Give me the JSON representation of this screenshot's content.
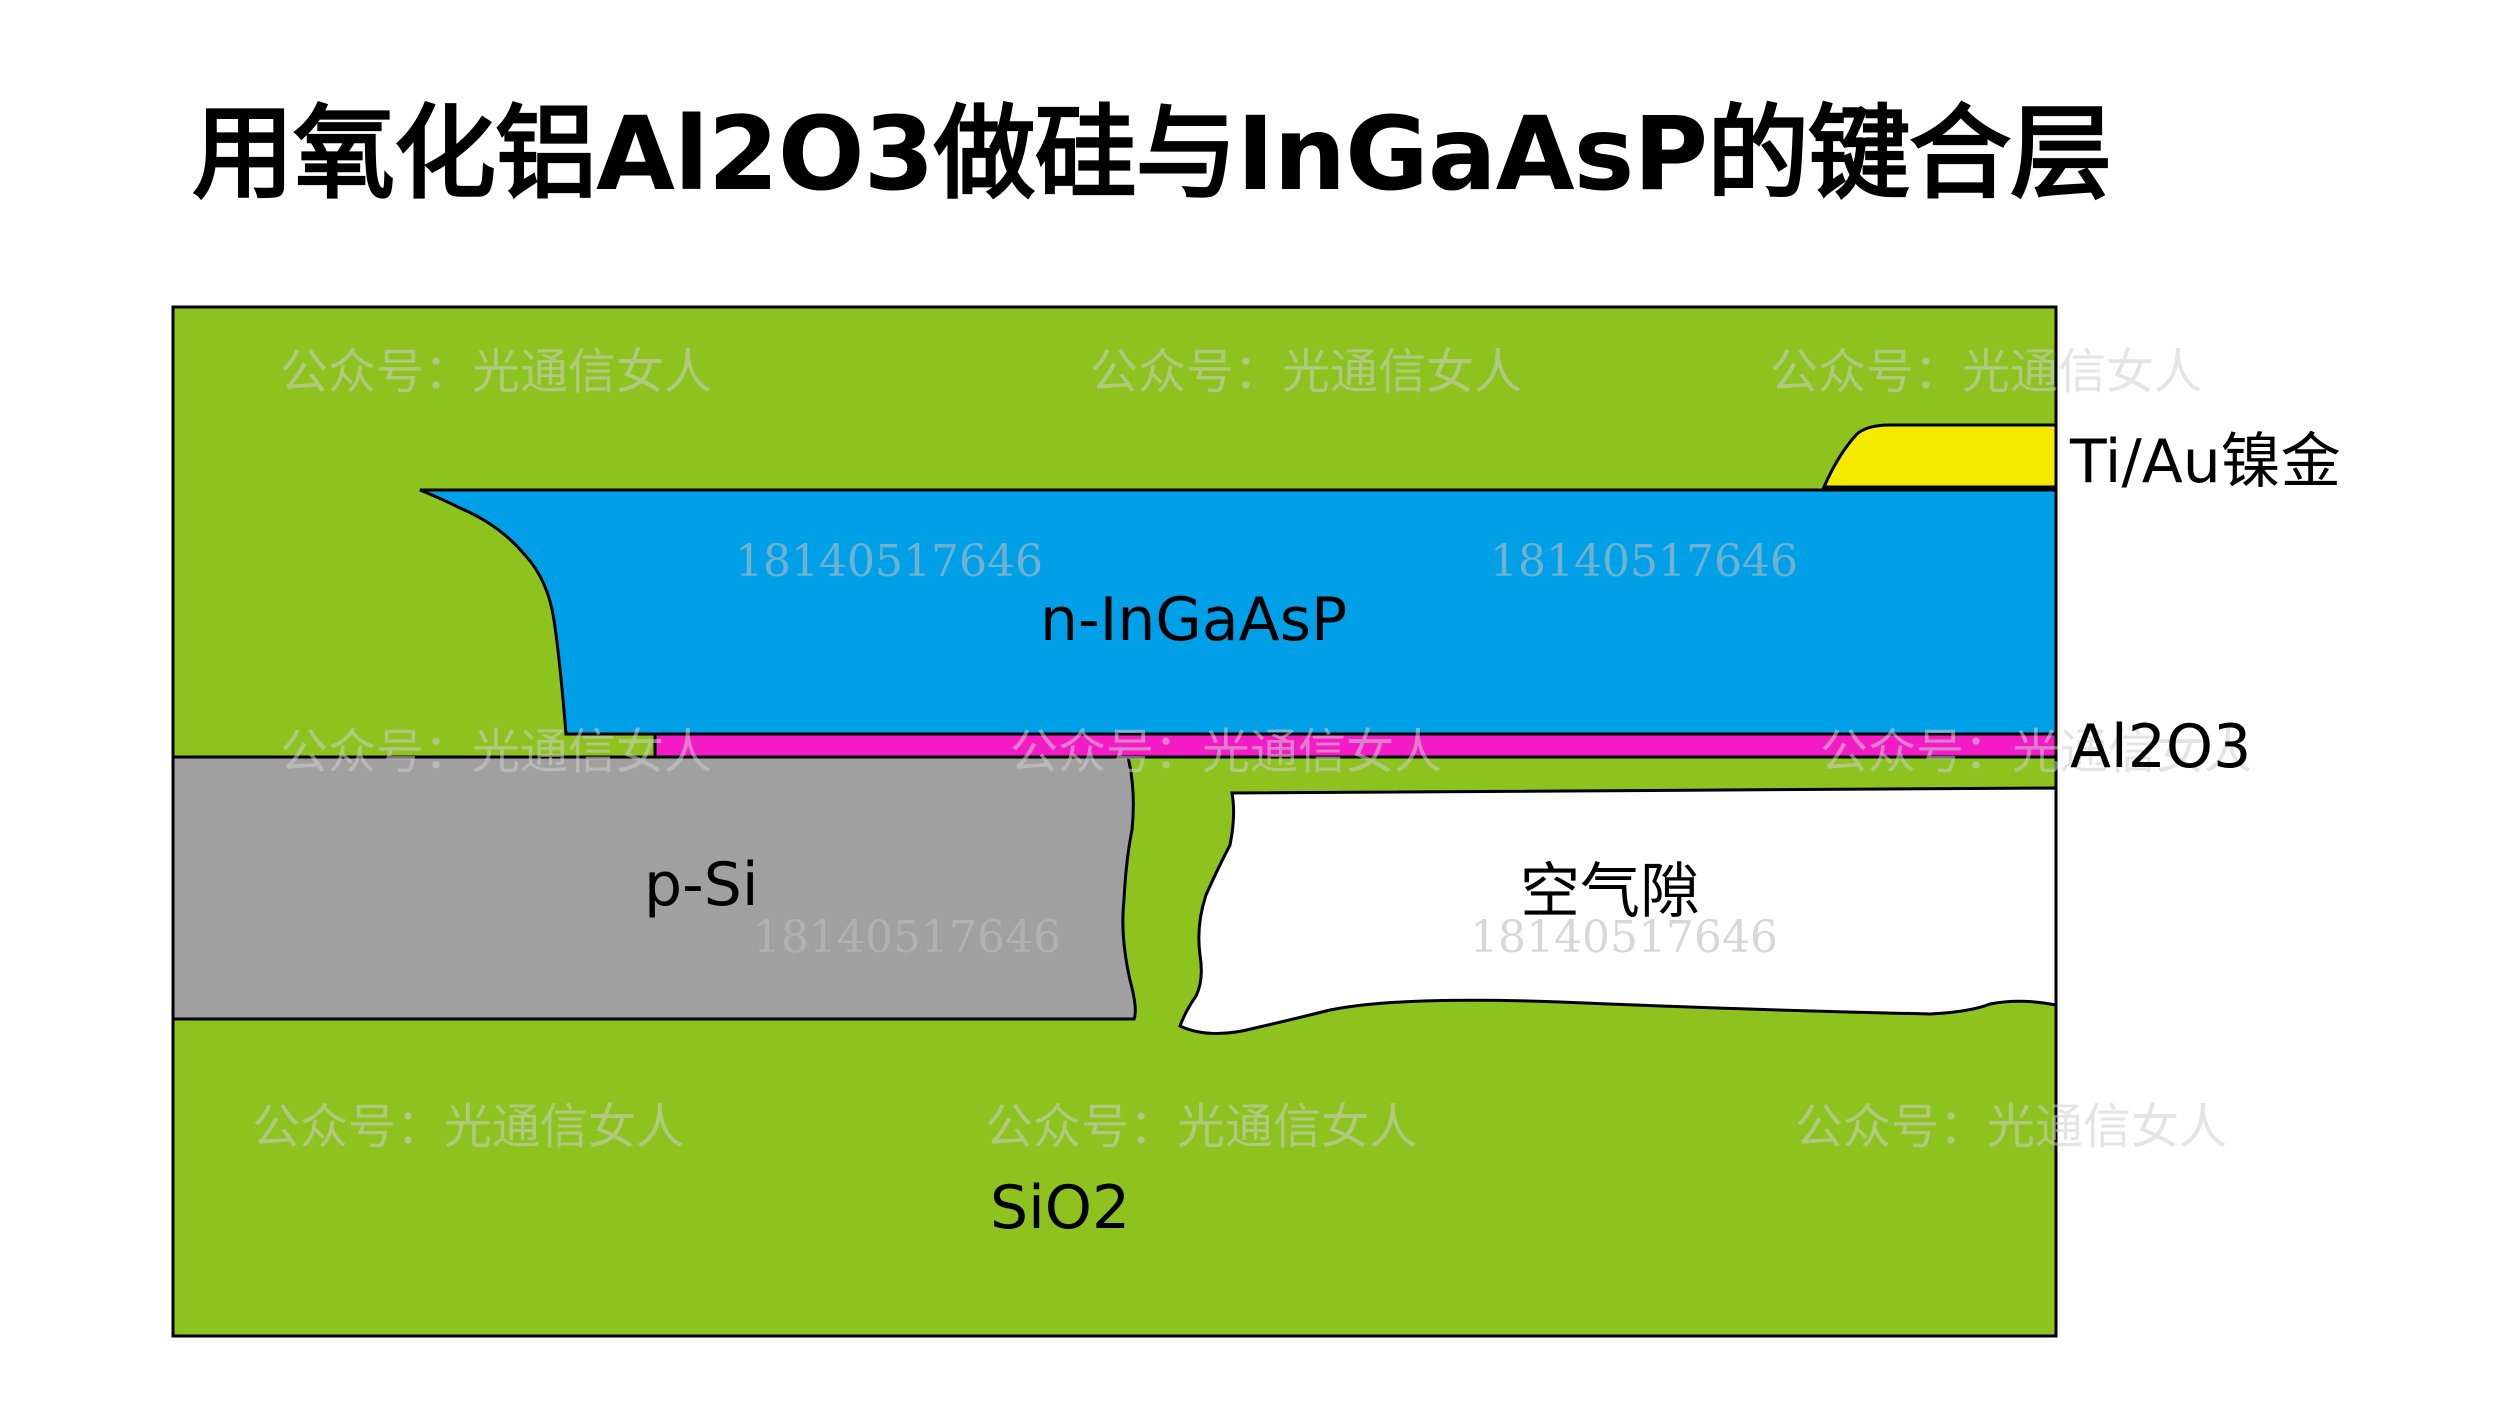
{
  "title": "用氧化铝Al2O3做硅与InGaAsP的键合层",
  "colors": {
    "sio2": "#8dc21f",
    "ingaasp": "#00a0e9",
    "al2o3": "#f31bc6",
    "psi": "#a0a0a0",
    "metal": "#f5e900",
    "air": "#ffffff"
  },
  "layers": {
    "ingaasp": "n-InGaAsP",
    "al2o3": "Al2O3",
    "psi": "p-Si",
    "air_gap": "空气隙",
    "sio2": "SiO2",
    "metal": "Ti/Au镍金"
  },
  "watermarks": {
    "account": "公众号：光通信女人",
    "phone": "18140517646"
  }
}
